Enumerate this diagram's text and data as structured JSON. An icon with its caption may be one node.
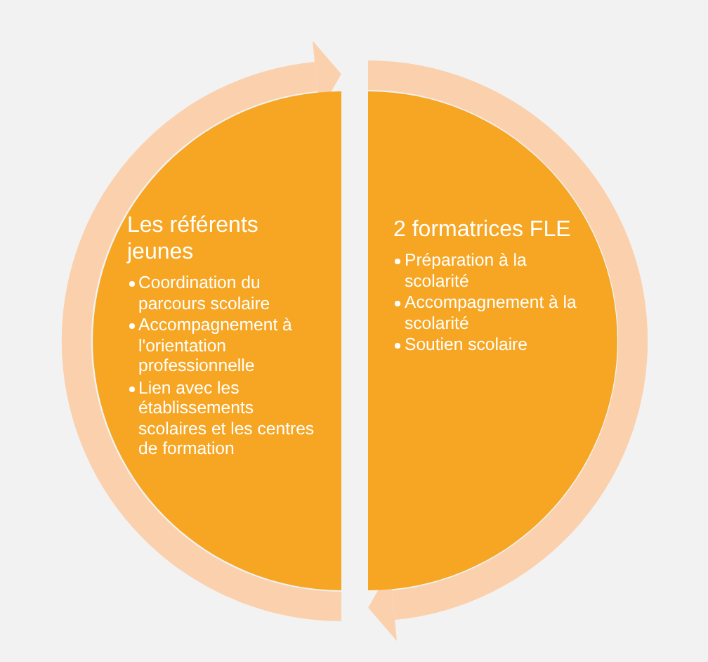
{
  "diagram": {
    "nodes": [
      {
        "text": [
          "Les référents jeunes",
          "Coordination du parcours scolaire",
          "Accompagnement à l'orientation professionnelle",
          "Lien avec les établissements scolaires et les centres de formation"
        ]
      },
      {
        "text": [
          "2 formatrices FLE",
          "Préparation à la scolarité",
          "Accompagnement à la scolarité",
          "Soutien scolaire"
        ]
      }
    ],
    "edges": [
      {
        "from": 0,
        "to": 1,
        "arrow": "to"
      },
      {
        "from": 1,
        "to": 0,
        "arrow": "to"
      }
    ]
  }
}
